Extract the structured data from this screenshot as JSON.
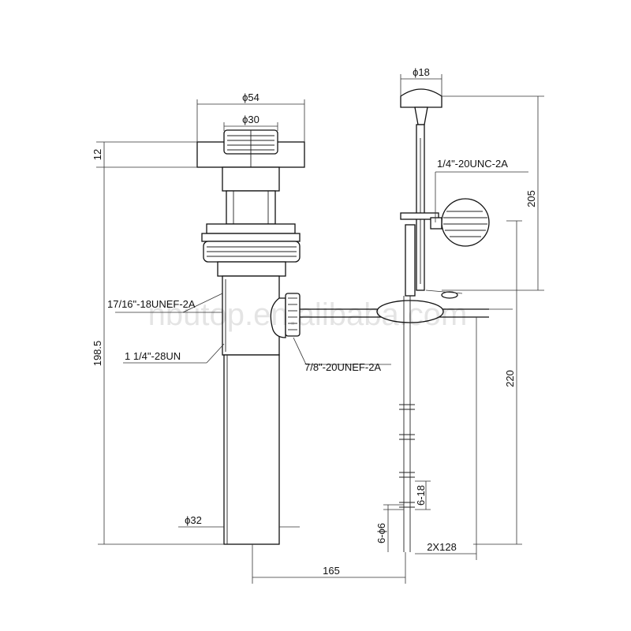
{
  "dimensions": {
    "outer_diameter": "ϕ54",
    "inner_diameter": "ϕ30",
    "flange_thickness": "12",
    "total_height": "198.5",
    "bottom_diameter": "ϕ32",
    "horizontal_length": "165",
    "rod_knob_diameter": "ϕ18",
    "rod_height": "205",
    "linkage_height": "220",
    "hole_pitch": "2X128",
    "hole_spacing": "6-18",
    "hole_diameter": "6-ϕ6"
  },
  "threads": {
    "upper_thread": "17/16\"-18UNEF-2A",
    "lower_thread": "1 1/4\"-28UN",
    "side_thread": "7/8\"-20UNEF-2A",
    "rod_thread": "1/4\"-20UNC-2A"
  },
  "watermark": "nbutop.en.alibaba.com"
}
